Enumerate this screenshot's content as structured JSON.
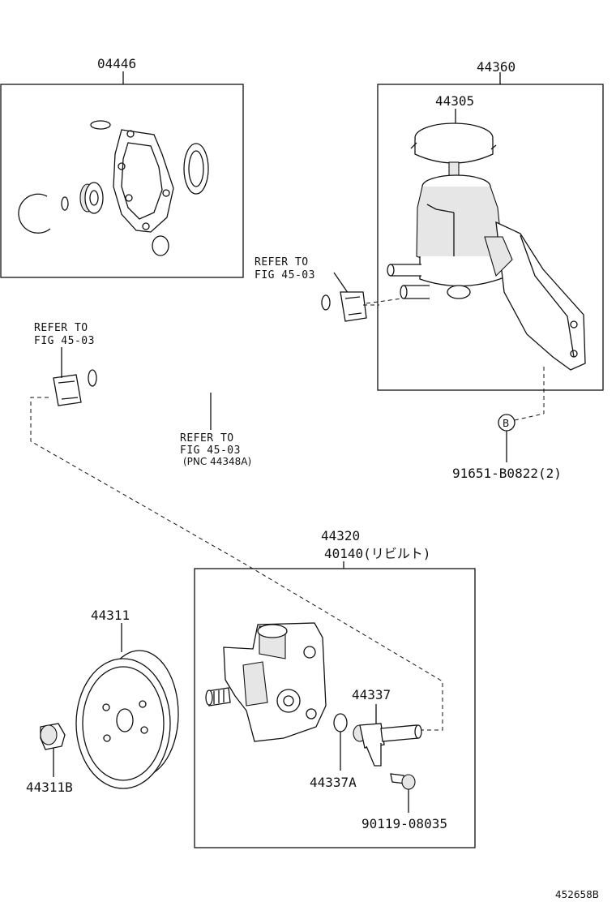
{
  "labels": {
    "kit_04446": "04446",
    "reservoir_44360": "44360",
    "cap_44305": "44305",
    "ref_top_right_line1": "REFER TO",
    "ref_top_right_line2": "FIG 45-03",
    "ref_left_line1": "REFER TO",
    "ref_left_line2": "FIG 45-03",
    "ref_hose_line1": "REFER TO",
    "ref_hose_line2": "FIG 45-03",
    "ref_hose_line3": "(PNC 44348A)",
    "bolt_91651": "91651-B0822(2)",
    "callout_b": "B",
    "pump_44320": "44320",
    "pump_rebuilt": "40140(リビルト)",
    "pulley_44311": "44311",
    "nut_44311b": "44311B",
    "union_44337": "44337",
    "oring_44337a": "44337A",
    "bolt_90119": "90119-08035",
    "figure_id": "452658B"
  }
}
